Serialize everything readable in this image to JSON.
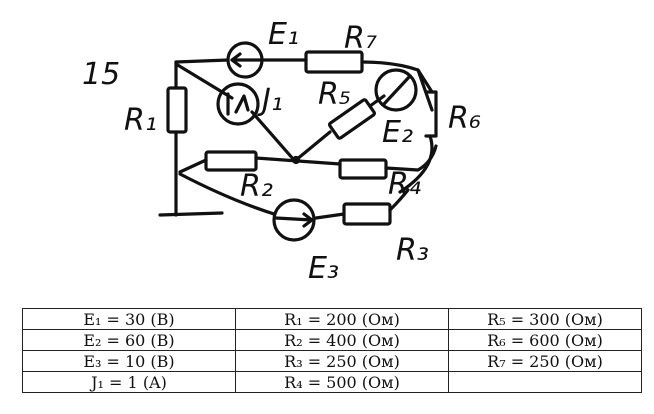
{
  "diagram": {
    "variant_number": "15",
    "labels": {
      "E1": "E₁",
      "E2": "E₂",
      "E3": "E₃",
      "J1": "J₁",
      "R1": "R₁",
      "R2": "R₂",
      "R3": "R₃",
      "R4": "R₄",
      "R5": "R₅",
      "R6": "R₆",
      "R7": "R₇"
    }
  },
  "table": {
    "rows": [
      [
        "E₁ = 30 (B)",
        "R₁ = 200 (Ом)",
        "R₅ = 300 (Ом)"
      ],
      [
        "E₂ = 60 (B)",
        "R₂ = 400 (Ом)",
        "R₆ = 600 (Ом)"
      ],
      [
        "E₃ = 10 (B)",
        "R₃ = 250 (Ом)",
        "R₇ = 250 (Ом)"
      ],
      [
        "J₁ = 1 (A)",
        "R₄ = 500 (Ом)",
        ""
      ]
    ]
  }
}
